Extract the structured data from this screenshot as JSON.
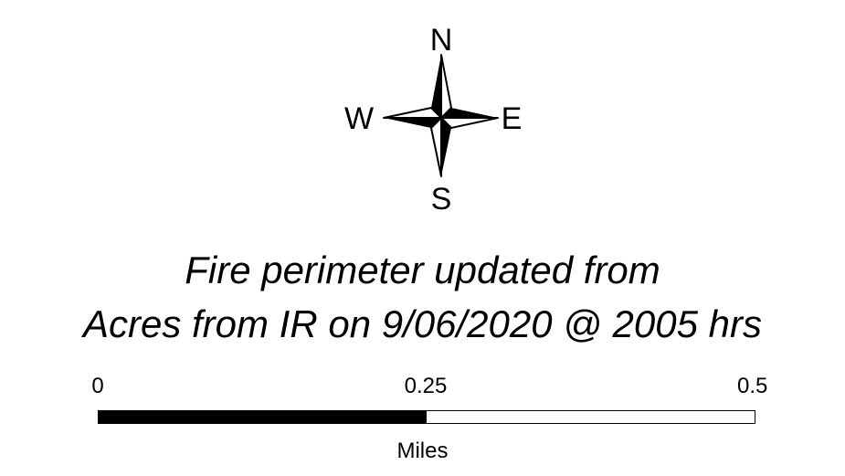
{
  "compass": {
    "north": "N",
    "east": "E",
    "south": "S",
    "west": "W"
  },
  "note": {
    "line1": "Fire perimeter updated from",
    "line2": "Acres from IR on 9/06/2020 @ 2005 hrs"
  },
  "scale_bar": {
    "tick_labels": [
      "0",
      "0.25",
      "0.5"
    ],
    "units": "Miles",
    "max_value": 0.5,
    "filled_fraction": 0.5
  },
  "colors": {
    "ink": "#000000",
    "background": "#ffffff"
  }
}
